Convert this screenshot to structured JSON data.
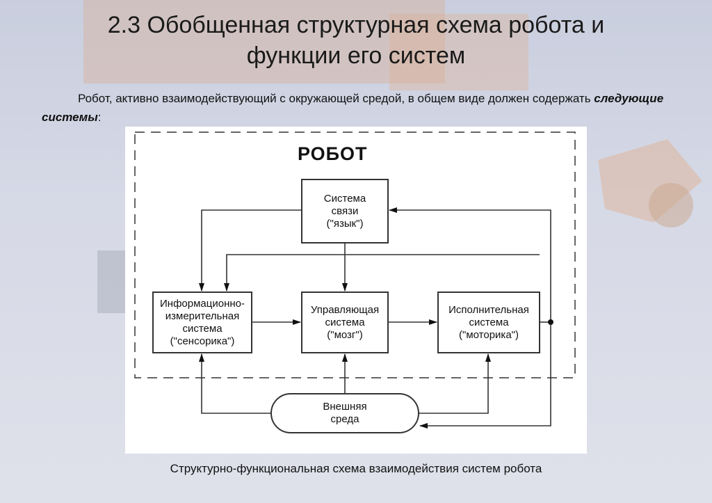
{
  "slide": {
    "title_line1": "2.3 Обобщенная структурная схема робота и",
    "title_line2": "функции его систем",
    "intro_text": "Робот, активно взаимодействующий с окружающей средой, в общем виде должен содержать ",
    "intro_emph": "следующие системы",
    "intro_end": ":",
    "caption": "Структурно-функциональная схема взаимодействия систем робота"
  },
  "diagram": {
    "robot_label": "РОБОТ",
    "comm": [
      "Система",
      "связи",
      "(\"язык\")"
    ],
    "sensor": [
      "Информационно-",
      "измерительная",
      "система",
      "(\"сенсорика\")"
    ],
    "control": [
      "Управляющая",
      "система",
      "(\"мозг\")"
    ],
    "motor": [
      "Исполнительная",
      "система",
      "(\"моторика\")"
    ],
    "env": [
      "Внешняя",
      "среда"
    ]
  }
}
